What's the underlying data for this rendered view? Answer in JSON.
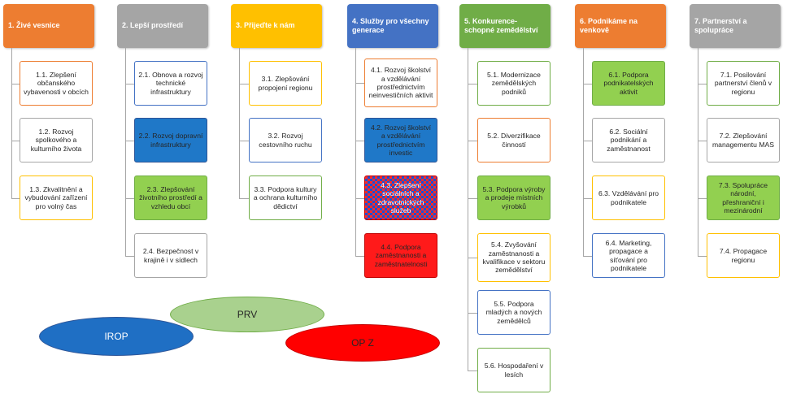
{
  "columns": [
    {
      "title": "1. Živé vesnice",
      "color": "#ed7d31",
      "items": [
        {
          "text": "1.1. Zlepšení občanského vybavenosti v obcích",
          "border": "#ed7d31",
          "fill": "#ffffff",
          "text_color": "#262626"
        },
        {
          "text": "1.2. Rozvoj spolkového a kulturního života",
          "border": "#a6a6a6",
          "fill": "#ffffff",
          "text_color": "#262626"
        },
        {
          "text": "1.3. Zkvalitnění a vybudování zařízení pro volný čas",
          "border": "#ffc000",
          "fill": "#ffffff",
          "text_color": "#262626"
        }
      ]
    },
    {
      "title": "2. Lepší prostředí",
      "color": "#a5a5a5",
      "items": [
        {
          "text": "2.1. Obnova a rozvoj technické infrastruktury",
          "border": "#4472c4",
          "fill": "#ffffff",
          "text_color": "#262626"
        },
        {
          "text": "2.2. Rozvoj dopravní infrastruktury",
          "border": "#2f5597",
          "fill": "#1f78c8",
          "text_color": "#262626"
        },
        {
          "text": "2.3. Zlepšování životního prostředí a vzhledu obcí",
          "border": "#70ad47",
          "fill": "#92d050",
          "text_color": "#262626"
        },
        {
          "text": "2.4. Bezpečnost v krajině i v sídlech",
          "border": "#a6a6a6",
          "fill": "#ffffff",
          "text_color": "#262626"
        }
      ]
    },
    {
      "title": "3. Přijeďte k nám",
      "color": "#ffc000",
      "items": [
        {
          "text": "3.1. Zlepšování propojení regionu",
          "border": "#ffc000",
          "fill": "#ffffff",
          "text_color": "#262626"
        },
        {
          "text": "3.2. Rozvoj cestovního ruchu",
          "border": "#4472c4",
          "fill": "#ffffff",
          "text_color": "#262626"
        },
        {
          "text": "3.3. Podpora kultury a ochrana kulturního dědictví",
          "border": "#70ad47",
          "fill": "#ffffff",
          "text_color": "#262626"
        }
      ]
    },
    {
      "title": "4. Služby pro všechny generace",
      "color": "#4472c4",
      "items": [
        {
          "text": "4.1. Rozvoj školství a vzdělávání prostřednictvím neinvestičních aktivit",
          "border": "#ed7d31",
          "fill": "#ffffff",
          "text_color": "#262626"
        },
        {
          "text": "4.2. Rozvoj školství a vzdělávání prostřednictvím investic",
          "border": "#2f5597",
          "fill": "#1f78c8",
          "text_color": "#262626"
        },
        {
          "text": "4.3. Zlepšení sociálních a zdravotnických služeb",
          "border": "#c00000",
          "fill": "checker",
          "text_color": "#ffffff"
        },
        {
          "text": "4.4. Podpora zaměstnanosti a zaměstnatelnosti",
          "border": "#c00000",
          "fill": "#ff1a1a",
          "text_color": "#262626"
        }
      ]
    },
    {
      "title": "5. Konkurence- schopné zemědělství",
      "color": "#70ad47",
      "items": [
        {
          "text": "5.1. Modernizace zemědělských podniků",
          "border": "#70ad47",
          "fill": "#ffffff",
          "text_color": "#262626"
        },
        {
          "text": "5.2. Diverzifikace činností",
          "border": "#ed7d31",
          "fill": "#ffffff",
          "text_color": "#262626"
        },
        {
          "text": "5.3. Podpora výroby a prodeje místních výrobků",
          "border": "#70ad47",
          "fill": "#92d050",
          "text_color": "#262626"
        },
        {
          "text": "5.4. Zvyšování zaměstnanosti a kvalifikace v sektoru zemědělství",
          "border": "#ffc000",
          "fill": "#ffffff",
          "text_color": "#262626"
        },
        {
          "text": "5.5. Podpora mladých a nových zemědělců",
          "border": "#4472c4",
          "fill": "#ffffff",
          "text_color": "#262626"
        },
        {
          "text": "5.6. Hospodaření v lesích",
          "border": "#70ad47",
          "fill": "#ffffff",
          "text_color": "#262626"
        }
      ]
    },
    {
      "title": "6. Podnikáme na venkově",
      "color": "#ed7d31",
      "items": [
        {
          "text": "6.1. Podpora podnikatelských aktivit",
          "border": "#70ad47",
          "fill": "#92d050",
          "text_color": "#262626"
        },
        {
          "text": "6.2. Sociální podnikání a zaměstnanost",
          "border": "#a6a6a6",
          "fill": "#ffffff",
          "text_color": "#262626"
        },
        {
          "text": "6.3. Vzdělávání pro podnikatele",
          "border": "#ffc000",
          "fill": "#ffffff",
          "text_color": "#262626"
        },
        {
          "text": "6.4. Marketing, propagace a síťování pro podnikatele",
          "border": "#4472c4",
          "fill": "#ffffff",
          "text_color": "#262626"
        }
      ]
    },
    {
      "title": "7. Partnerství a spolupráce",
      "color": "#a5a5a5",
      "items": [
        {
          "text": "7.1. Posilování partnerství členů v regionu",
          "border": "#70ad47",
          "fill": "#ffffff",
          "text_color": "#262626"
        },
        {
          "text": "7.2. Zlepšování managementu MAS",
          "border": "#a6a6a6",
          "fill": "#ffffff",
          "text_color": "#262626"
        },
        {
          "text": "7.3. Spolupráce národní, přeshraniční i mezinárodní",
          "border": "#70ad47",
          "fill": "#92d050",
          "text_color": "#262626"
        },
        {
          "text": "7.4. Propagace regionu",
          "border": "#ffc000",
          "fill": "#ffffff",
          "text_color": "#262626"
        }
      ]
    }
  ],
  "legend": [
    {
      "label": "PRV",
      "fill": "#a9d18e",
      "border": "#70ad47",
      "text_color": "#262626"
    },
    {
      "label": "IROP",
      "fill": "#1f6fc4",
      "border": "#2f5597",
      "text_color": "#ffffff"
    },
    {
      "label": "OP Z",
      "fill": "#ff0000",
      "border": "#c00000",
      "text_color": "#262626"
    }
  ]
}
